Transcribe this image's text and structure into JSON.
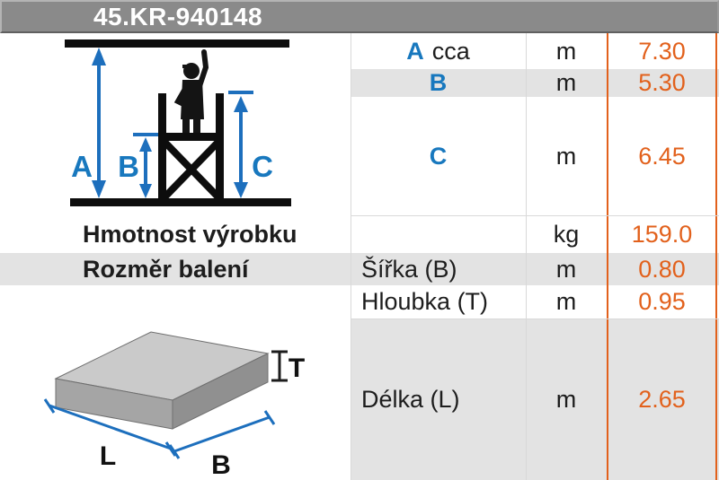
{
  "header": {
    "product_code": "45.KR-940148"
  },
  "colors": {
    "banner_gray": "#8a8a8a",
    "row_stripe_gray": "#e3e3e3",
    "accent_orange": "#e2611c",
    "accent_blue": "#1878be",
    "grid_line": "#d9d9d9"
  },
  "table": {
    "rows": [
      {
        "label_prefix": "A",
        "label_suffix": "cca",
        "unit": "m",
        "value": "7.30"
      },
      {
        "label_prefix": "B",
        "label_suffix": "",
        "unit": "m",
        "value": "5.30"
      },
      {
        "label_prefix": "C",
        "label_suffix": "",
        "unit": "m",
        "value": "6.45"
      },
      {
        "label": "Hmotnost výrobku",
        "unit": "kg",
        "value": "159.0"
      },
      {
        "section": "Rozměr balení",
        "label": "Šířka (B)",
        "unit": "m",
        "value": "0.80"
      },
      {
        "label": "Hloubka (T)",
        "unit": "m",
        "value": "0.95"
      },
      {
        "label": "Délka (L)",
        "unit": "m",
        "value": "2.65"
      }
    ]
  },
  "diagrams": {
    "scaffold": {
      "labels": [
        "A",
        "B",
        "C"
      ]
    },
    "package": {
      "labels": [
        "L",
        "B",
        "T"
      ]
    }
  }
}
